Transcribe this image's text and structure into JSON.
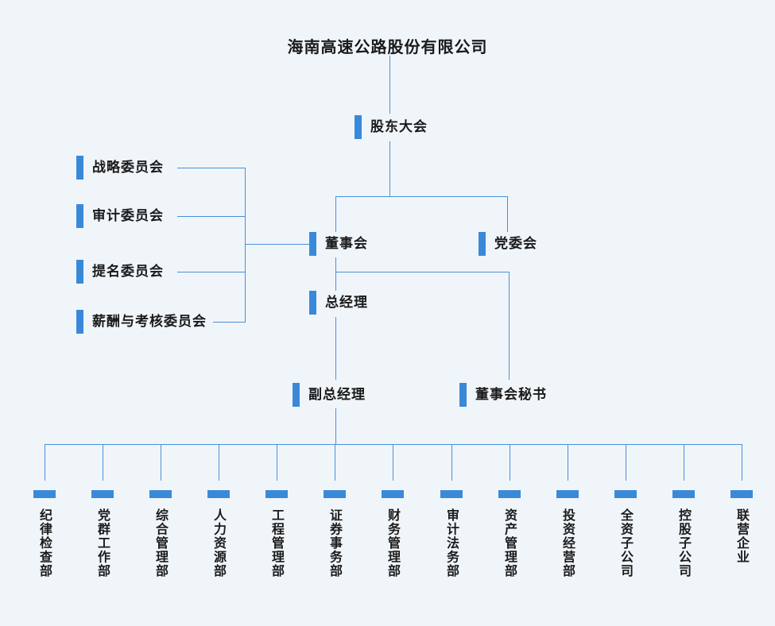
{
  "title": "海南高速公路股份有限公司",
  "colors": {
    "background": "#f0f5fa",
    "bar": "#3a89d9",
    "line": "#4a90d9",
    "text": "#1a1a1a"
  },
  "nodes": {
    "shareholders": "股东大会",
    "board": "董事会",
    "party_committee": "党委会",
    "general_manager": "总经理",
    "deputy_general_manager": "副总经理",
    "board_secretary": "董事会秘书"
  },
  "committees": [
    "战略委员会",
    "审计委员会",
    "提名委员会",
    "薪酬与考核委员会"
  ],
  "departments": [
    "纪律检查部",
    "党群工作部",
    "综合管理部",
    "人力资源部",
    "工程管理部",
    "证券事务部",
    "财务管理部",
    "审计法务部",
    "资产管理部",
    "投资经营部",
    "全资子公司",
    "控股子公司",
    "联营企业"
  ]
}
